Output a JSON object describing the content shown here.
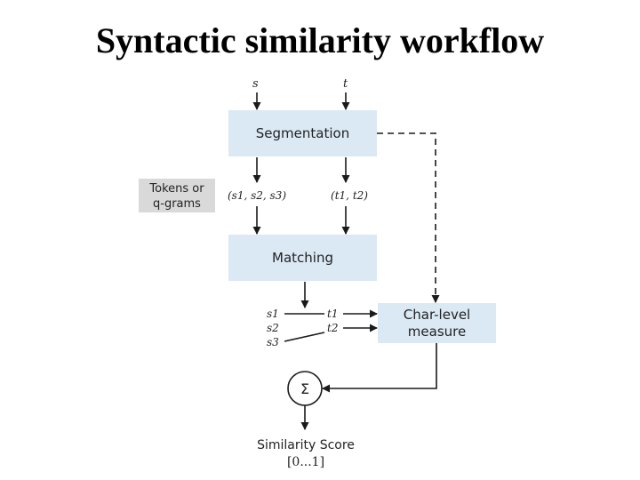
{
  "title": "Syntactic similarity workflow",
  "diagram": {
    "input_s": "s",
    "input_t": "t",
    "segmentation_label": "Segmentation",
    "side_note_line1": "Tokens or",
    "side_note_line2": "q-grams",
    "s_tokens": "(s1, s2, s3)",
    "t_tokens": "(t1, t2)",
    "matching_label": "Matching",
    "s1": "s1",
    "s2": "s2",
    "s3": "s3",
    "t1": "t1",
    "t2": "t2",
    "measure_line1": "Char-level",
    "measure_line2": "measure",
    "sum_symbol": "Σ",
    "score_label": "Similarity Score",
    "score_range": "[0...1]",
    "colors": {
      "box_fill": "#dbe9f5",
      "note_fill": "#d9d9d9"
    }
  }
}
